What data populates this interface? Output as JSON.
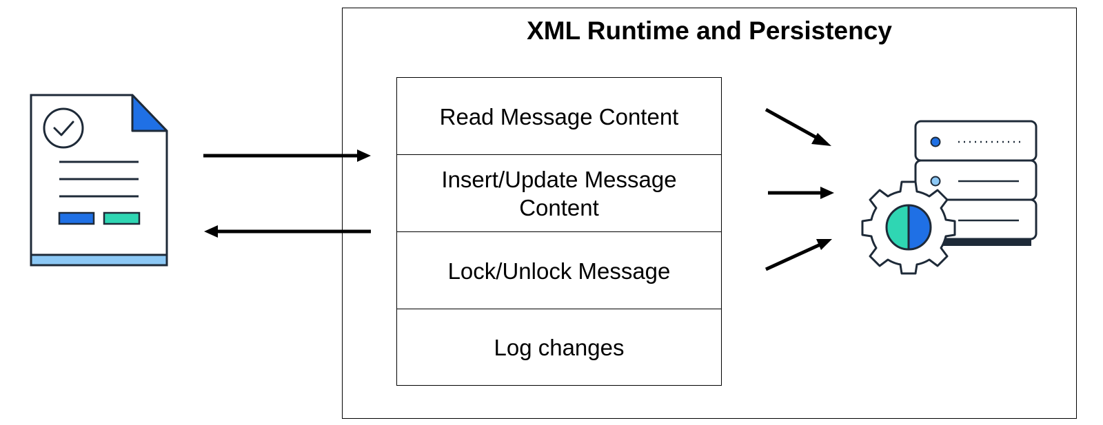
{
  "diagram": {
    "title": "XML Runtime and Persistency",
    "operations": [
      "Read Message Content",
      "Insert/Update Message Content",
      "Lock/Unlock Message",
      "Log changes"
    ]
  },
  "icons": {
    "document": "document-check-icon",
    "database": "server-gear-icon"
  },
  "colors": {
    "blue": "#1f70e5",
    "teal": "#2fd6b3",
    "light_blue": "#8cc8f5",
    "dark": "#1e2a38"
  }
}
